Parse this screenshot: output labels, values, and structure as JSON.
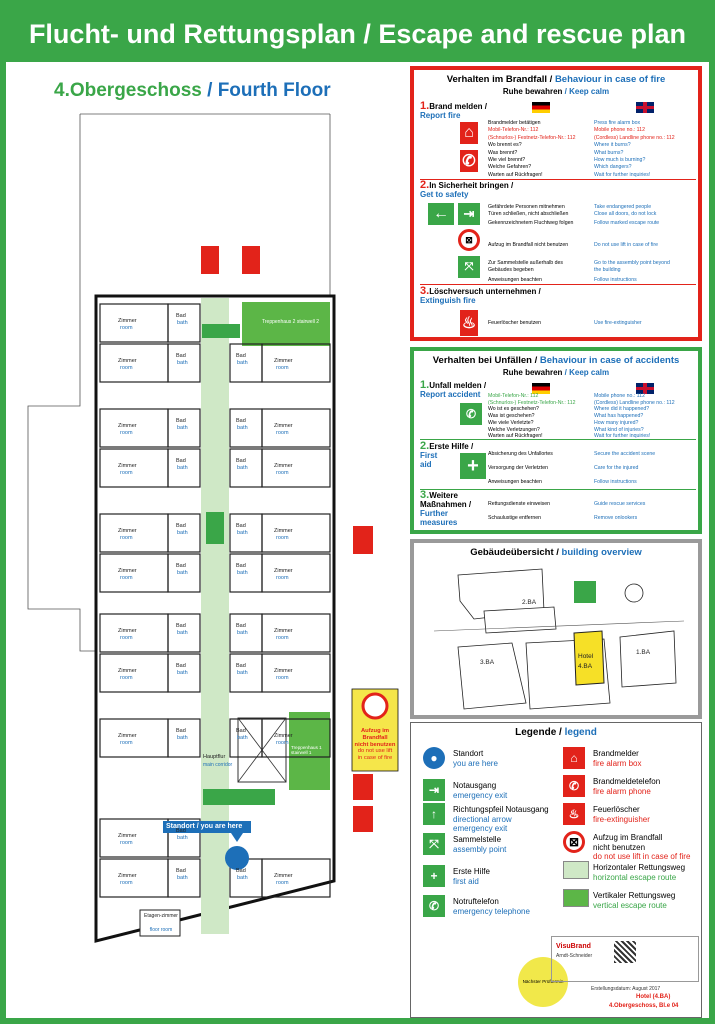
{
  "title": "Flucht- und Rettungsplan / Escape and rescue plan",
  "floor": {
    "de": "4.Obergeschoss",
    "sep": "/",
    "en": "Fourth Floor"
  },
  "colors": {
    "green": "#3aa648",
    "red": "#e2231a",
    "blue": "#1d6fb8",
    "route_light": "#cfe8c6",
    "route_vertical": "#5cb647"
  },
  "plan": {
    "room_de": "Zimmer",
    "room_en": "room",
    "bath_de": "Bad",
    "bath_en": "bath",
    "stair_top": "Treppenhaus 2 stairwell 2",
    "stair_bottom": "Treppenhaus 1 stairwell 1",
    "corridor_de": "Hauptflur",
    "corridor_en": "main corridor",
    "floor_room_de": "Etagen-zimmer",
    "floor_room_en": "floor room",
    "standort": "Standort / you are here",
    "elevator_sign": {
      "l1": "Aufzug im",
      "l2": "Brandfall",
      "l3": "nicht benutzen",
      "l4": "do not use lift",
      "l5": "in case of fire"
    }
  },
  "fire": {
    "head_de": "Verhalten im Brandfall /",
    "head_en": "Behaviour in case of fire",
    "keep_de": "Ruhe bewahren",
    "keep_sep": "/",
    "keep_en": "Keep calm",
    "s1": {
      "num": "1.",
      "de": "Brand melden /",
      "en": "Report fire",
      "lines_de": [
        "Brandmelder betätigen",
        "Mobil-Telefon-Nr.: 112",
        "(Schnurlos-) Festnetz-Telefon-Nr.: 112",
        "Wo brennt es?",
        "Was brennt?",
        "Wie viel brennt?",
        "Welche Gefahren?",
        "Warten auf Rückfragen!"
      ],
      "lines_en": [
        "Press fire alarm box",
        "Mobile phone no.: 112",
        "(Cordless) Landline phone no.: 112",
        "Where it burns?",
        "What burns?",
        "How much is burning?",
        "Which dangers?",
        "Wait for further inquiries!"
      ]
    },
    "s2": {
      "num": "2.",
      "de": "In Sicherheit bringen /",
      "en": "Get to safety",
      "lines_de": [
        "Gefährdete Personen mitnehmen",
        "Türen schließen, nicht abschließen",
        "Gekennzeichnetem Fluchtweg folgen",
        "Aufzug im Brandfall nicht benutzen",
        "Zur Sammelstelle außerhalb des",
        "Gebäudes begeben",
        "Anweisungen beachten"
      ],
      "lines_en": [
        "Take endangered people",
        "Close all doors, do not lock",
        "Follow marked escape route",
        "Do not use lift in case of fire",
        "Go to the assembly point beyond",
        "the building",
        "Follow instructions"
      ]
    },
    "s3": {
      "num": "3.",
      "de": "Löschversuch unternehmen /",
      "en": "Extinguish fire",
      "lines_de": [
        "Feuerlöscher benutzen"
      ],
      "lines_en": [
        "Use fire-extinguisher"
      ]
    }
  },
  "accident": {
    "head_de": "Verhalten bei Unfällen /",
    "head_en": "Behaviour in case of accidents",
    "keep_de": "Ruhe bewahren",
    "keep_sep": "/",
    "keep_en": "Keep calm",
    "s1": {
      "num": "1.",
      "de": "Unfall melden /",
      "en": "Report accident",
      "lines_de": [
        "Mobil-Telefon-Nr.: 112",
        "(Schnurlos-) Festnetz-Telefon-Nr.: 112",
        "Wo ist es geschehen?",
        "Was ist geschehen?",
        "Wie viele Verletzte?",
        "Welche Verletzungen?",
        "Warten auf Rückfragen!"
      ],
      "lines_en": [
        "Mobile phone no.: 112",
        "(Cordless) Landline phone no.: 112",
        "Where did it happened?",
        "What has happened?",
        "How many injured?",
        "What kind of injuries?",
        "Wait for further inquiries!"
      ]
    },
    "s2": {
      "num": "2.",
      "de": "Erste Hilfe /",
      "en1": "First",
      "en2": "aid",
      "lines_de": [
        "Absicherung des Unfallortes",
        "Versorgung der Verletzten",
        "Anweisungen beachten"
      ],
      "lines_en": [
        "Secure the accident scene",
        "Care for the injured",
        "Follow instructions"
      ]
    },
    "s3": {
      "num": "3.",
      "de1": "Weitere",
      "de2": "Maßnahmen /",
      "en1": "Further",
      "en2": "measures",
      "lines_de": [
        "Rettungsdienste einweisen",
        "Schaulustige entfernen"
      ],
      "lines_en": [
        "Guide rescue services",
        "Remove onlookers"
      ]
    }
  },
  "overview": {
    "head_de": "Gebäudeübersicht /",
    "head_en": "building overview",
    "labels": [
      "2.BA",
      "3.BA",
      "1.BA",
      "Hotel",
      "4.BA"
    ]
  },
  "legend": {
    "head_de": "Legende /",
    "head_en": "legend",
    "items": [
      {
        "de": "Standort",
        "en": "you are here"
      },
      {
        "de": "Notausgang",
        "en": "emergency exit"
      },
      {
        "de": "Richtungspfeil Notausgang",
        "en": "directional arrow",
        "en2": "emergency exit"
      },
      {
        "de": "Sammelstelle",
        "en": "assembly point"
      },
      {
        "de": "Erste Hilfe",
        "en": "first aid"
      },
      {
        "de": "Notruftelefon",
        "en": "emergency telephone"
      },
      {
        "de": "Brandmelder",
        "en": "fire alarm box"
      },
      {
        "de": "Brandmeldetelefon",
        "en": "fire alarm phone"
      },
      {
        "de": "Feuerlöscher",
        "en": "fire-extinguisher"
      },
      {
        "de": "Aufzug im Brandfall",
        "de2": "nicht benutzen",
        "en": "do not use lift in case of fire"
      },
      {
        "de": "Horizontaler Rettungsweg",
        "en": "horizontal escape route"
      },
      {
        "de": "Vertikaler Rettungsweg",
        "en": "vertical escape route"
      }
    ]
  },
  "footer": {
    "brand": "VisuBrand",
    "brand_sub": "Arndt-Schneider",
    "stamp": "Nächster Prüftermin",
    "date": "Erstellungsdatum: August 2017",
    "hotel": "Hotel (4.BA)",
    "floor_sheet": "4.Obergeschoss, Bl.e 04"
  }
}
